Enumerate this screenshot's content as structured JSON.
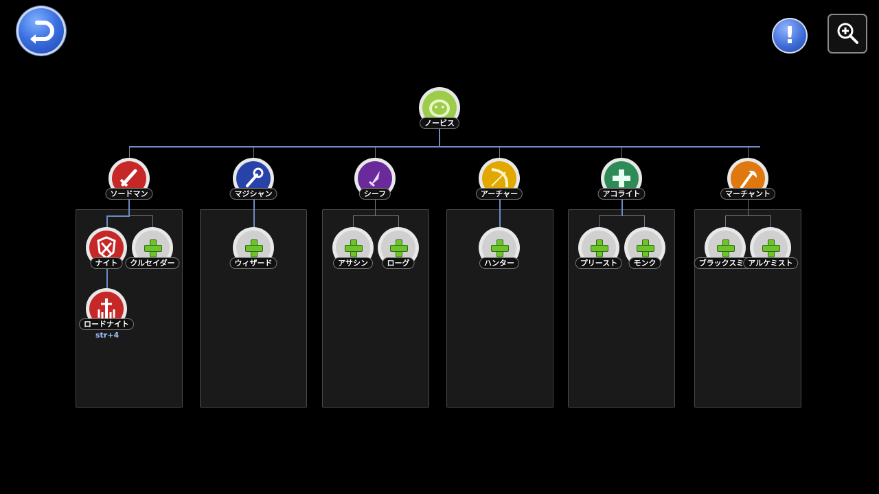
{
  "root": {
    "label": "ノービス",
    "color": "#9ccc4a"
  },
  "jobs": [
    {
      "label": "ソードマン",
      "color": "#c62828"
    },
    {
      "label": "マジシャン",
      "color": "#2843a8"
    },
    {
      "label": "シーフ",
      "color": "#6a2a9a"
    },
    {
      "label": "アーチャー",
      "color": "#e0a800"
    },
    {
      "label": "アコライト",
      "color": "#2e8b57"
    },
    {
      "label": "マーチャント",
      "color": "#e07810"
    }
  ],
  "second_jobs": [
    {
      "label": "ナイト",
      "unlocked": true,
      "color": "#c62828"
    },
    {
      "label": "クルセイダー",
      "unlocked": false
    },
    {
      "label": "ウィザード",
      "unlocked": false
    },
    {
      "label": "アサシン",
      "unlocked": false
    },
    {
      "label": "ローグ",
      "unlocked": false
    },
    {
      "label": "ハンター",
      "unlocked": false
    },
    {
      "label": "プリースト",
      "unlocked": false
    },
    {
      "label": "モンク",
      "unlocked": false
    },
    {
      "label": "ブラックスミス",
      "unlocked": false
    },
    {
      "label": "アルケミスト",
      "unlocked": false
    }
  ],
  "third_jobs": [
    {
      "label": "ロードナイト",
      "bonus": "str+4",
      "color": "#c62828"
    }
  ],
  "icons": {
    "back": "back-arrow-icon",
    "info": "exclamation-icon",
    "zoom": "zoom-in-icon"
  }
}
